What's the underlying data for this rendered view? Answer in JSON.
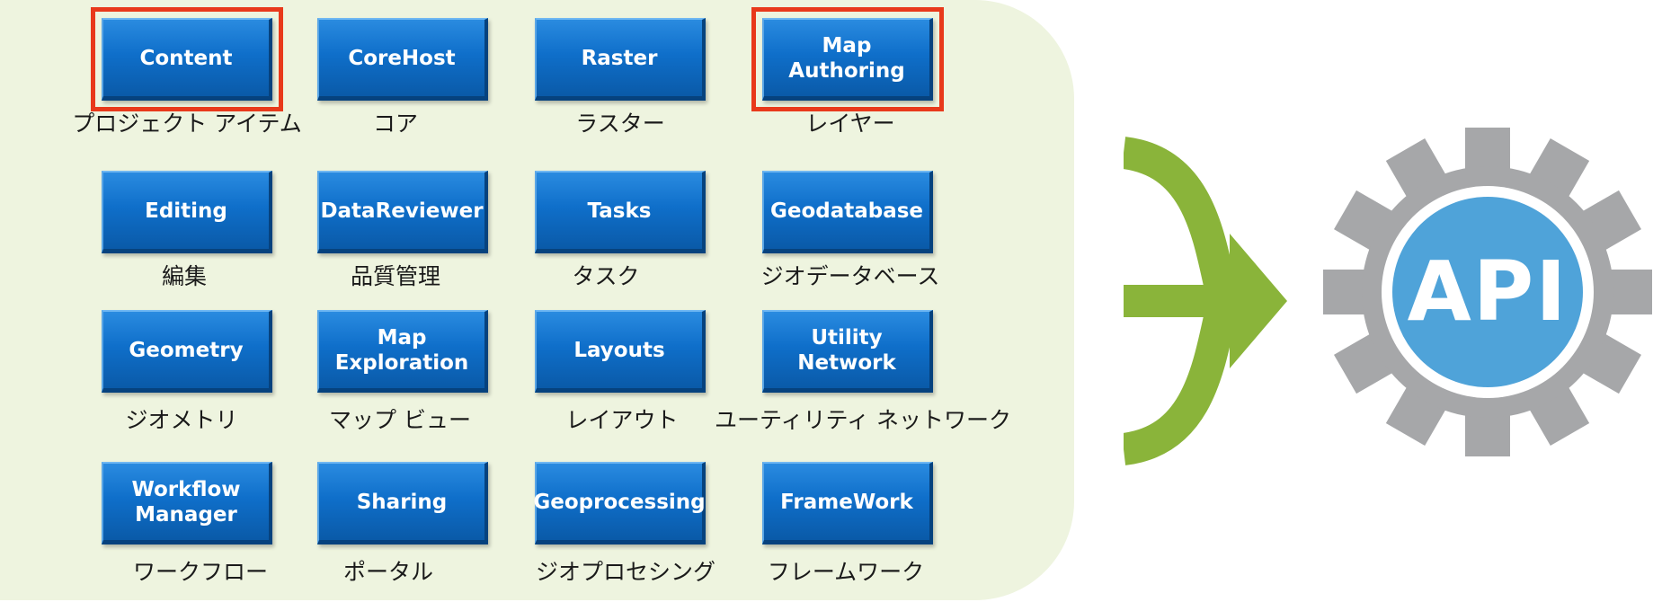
{
  "modules": [
    {
      "label": "Content",
      "caption": "プロジェクト アイテム",
      "highlighted": true
    },
    {
      "label": "CoreHost",
      "caption": "コア",
      "highlighted": false
    },
    {
      "label": "Raster",
      "caption": "ラスター",
      "highlighted": false
    },
    {
      "label": "Map\nAuthoring",
      "caption": "レイヤー",
      "highlighted": true
    },
    {
      "label": "Editing",
      "caption": "編集",
      "highlighted": false
    },
    {
      "label": "DataReviewer",
      "caption": "品質管理",
      "highlighted": false
    },
    {
      "label": "Tasks",
      "caption": "タスク",
      "highlighted": false
    },
    {
      "label": "Geodatabase",
      "caption": "ジオデータベース",
      "highlighted": false
    },
    {
      "label": "Geometry",
      "caption": "ジオメトリ",
      "highlighted": false
    },
    {
      "label": "Map\nExploration",
      "caption": "マップ ビュー",
      "highlighted": false
    },
    {
      "label": "Layouts",
      "caption": "レイアウト",
      "highlighted": false
    },
    {
      "label": "Utility\nNetwork",
      "caption": "ユーティリティ ネットワーク",
      "highlighted": false
    },
    {
      "label": "Workflow\nManager",
      "caption": "ワークフロー",
      "highlighted": false
    },
    {
      "label": "Sharing",
      "caption": "ポータル",
      "highlighted": false
    },
    {
      "label": "Geoprocessing",
      "caption": "ジオプロセシング",
      "highlighted": false
    },
    {
      "label": "FrameWork",
      "caption": "フレームワーク",
      "highlighted": false
    }
  ],
  "api": {
    "label": "API"
  },
  "colors": {
    "panel": "#eef4df",
    "tile": "#0f6fca",
    "highlight": "#e8391b",
    "arrow": "#8ab43a",
    "gear": "#a6a7a9",
    "api_circle": "#4fa3d9"
  },
  "icons": {
    "merge_arrow": "merge-arrow-icon",
    "gear": "gear-icon"
  }
}
